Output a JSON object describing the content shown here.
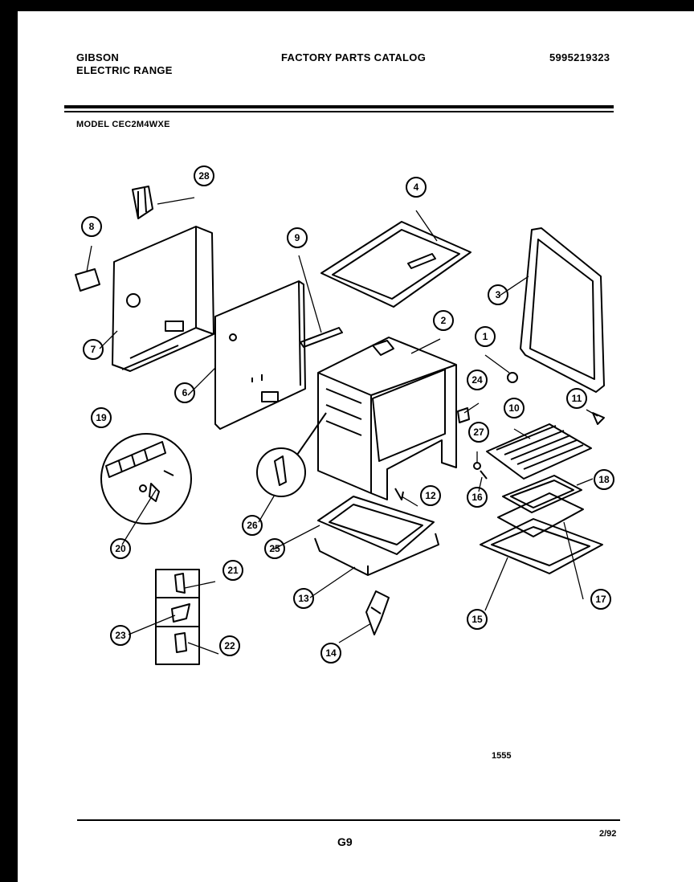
{
  "header": {
    "brand_line1": "GIBSON",
    "brand_line2": "ELECTRIC RANGE",
    "catalog_title": "FACTORY PARTS CATALOG",
    "part_number": "5995219323",
    "model": "MODEL CEC2M4WXE"
  },
  "callouts": [
    "1",
    "2",
    "3",
    "4",
    "6",
    "7",
    "8",
    "9",
    "10",
    "11",
    "12",
    "13",
    "14",
    "15",
    "16",
    "17",
    "18",
    "19",
    "20",
    "21",
    "22",
    "23",
    "24",
    "25",
    "26",
    "27",
    "28"
  ],
  "footer": {
    "diagram_code": "1555",
    "page": "G9",
    "date": "2/92"
  },
  "colors": {
    "ink": "#000000",
    "paper": "#ffffff",
    "border": "#000000"
  }
}
